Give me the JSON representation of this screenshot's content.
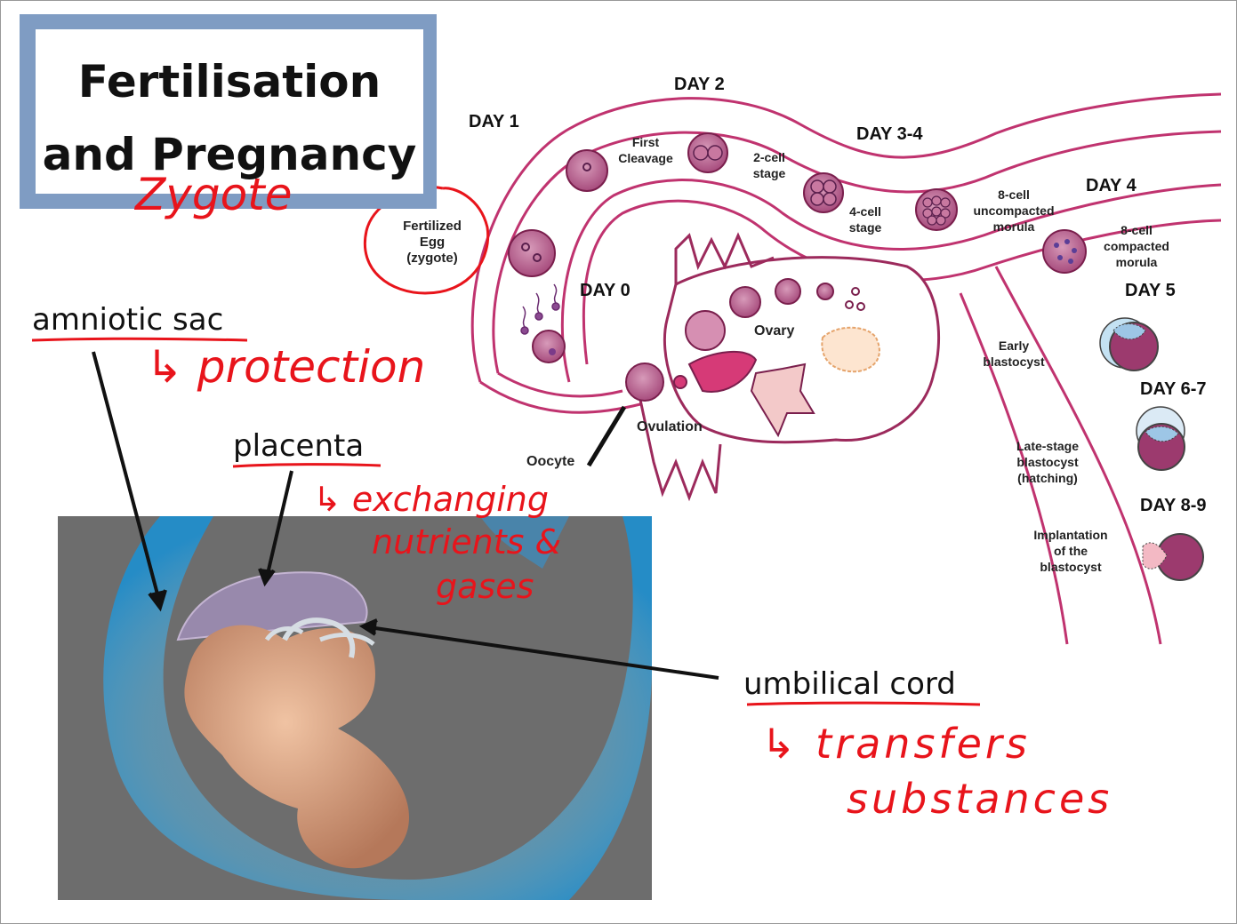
{
  "title": {
    "line1": "Fertilisation",
    "line2": "and Pregnancy"
  },
  "days": {
    "day0": "DAY 0",
    "day1": "DAY 1",
    "day2": "DAY 2",
    "day34": "DAY 3-4",
    "day4": "DAY 4",
    "day5": "DAY 5",
    "day67": "DAY 6-7",
    "day89": "DAY 8-9"
  },
  "stages": {
    "fertilized_egg": [
      "Fertilized",
      "Egg",
      "(zygote)"
    ],
    "first_cleavage": [
      "First",
      "Cleavage"
    ],
    "two_cell": [
      "2-cell",
      "stage"
    ],
    "four_cell": [
      "4-cell",
      "stage"
    ],
    "eight_uncompacted": [
      "8-cell",
      "uncompacted",
      "morula"
    ],
    "eight_compacted": [
      "8-cell",
      "compacted",
      "morula"
    ],
    "early_blastocyst": [
      "Early",
      "blastocyst"
    ],
    "late_blastocyst": [
      "Late-stage",
      "blastocyst",
      "(hatching)"
    ],
    "implantation": [
      "Implantation",
      "of the",
      "blastocyst"
    ],
    "ovary": "Ovary",
    "ovulation": "Ovulation",
    "oocyte": "Oocyte"
  },
  "labels": {
    "amniotic_sac": "amniotic sac",
    "placenta": "placenta",
    "umbilical_cord": "umbilical cord"
  },
  "notes": {
    "zygote": "Zygote",
    "protection": "↳ protection",
    "exchange": [
      "↳ exchanging",
      "nutrients &",
      "gases"
    ],
    "transfers": [
      "↳ transfers",
      "substances"
    ]
  },
  "colors": {
    "title_border": "#7f9cc3",
    "tube": "#c0336f",
    "cell": "#b5578a",
    "ink_red": "#e8141b",
    "photo_bg": "#6d6d6d",
    "sac_blue": "#3aa8e0",
    "fetus": "#d8a07e"
  }
}
